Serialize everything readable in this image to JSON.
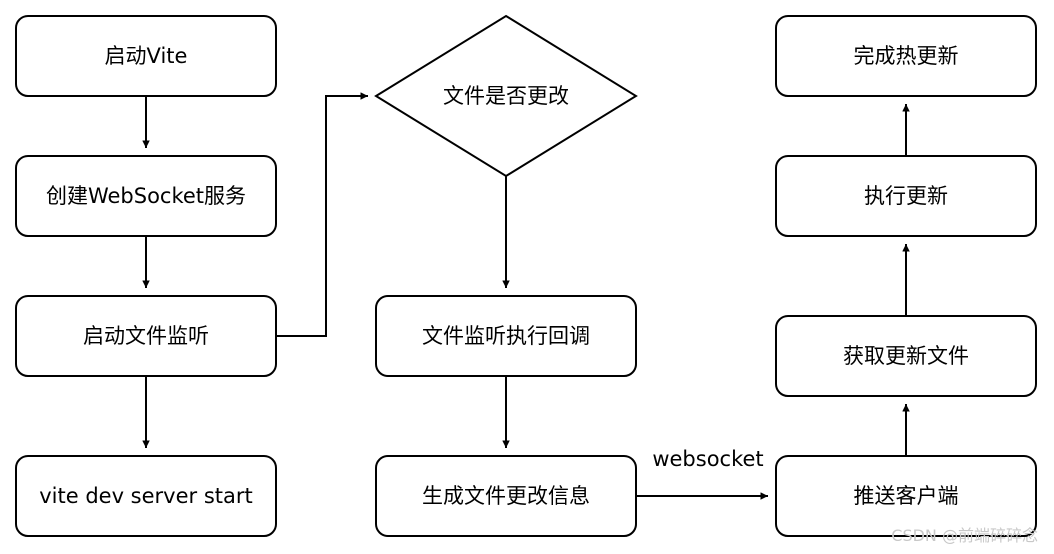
{
  "diagram": {
    "nodes": {
      "start_vite": "启动Vite",
      "create_websocket": "创建WebSocket服务",
      "start_file_watch": "启动文件监听",
      "dev_server_start": "vite dev server start",
      "file_changed": "文件是否更改",
      "watch_callback": "文件监听执行回调",
      "generate_change_info": "生成文件更改信息",
      "push_client": "推送客户端",
      "fetch_updated_file": "获取更新文件",
      "execute_update": "执行更新",
      "hot_update_done": "完成热更新"
    },
    "edge_labels": {
      "websocket": "websocket"
    }
  },
  "watermark": "CSDN @前端碎碎念"
}
